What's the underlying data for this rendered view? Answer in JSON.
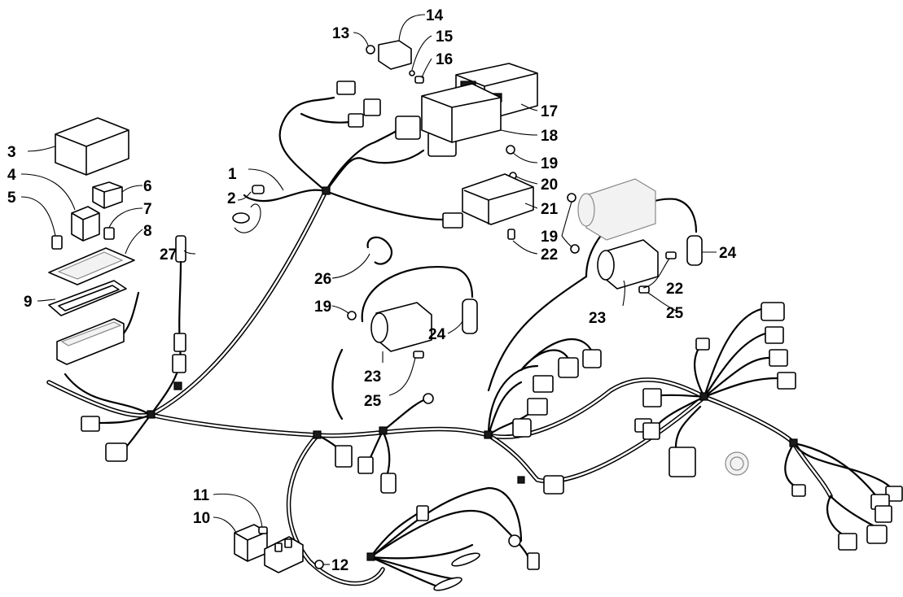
{
  "callouts": [
    "1",
    "2",
    "3",
    "4",
    "5",
    "6",
    "7",
    "8",
    "9",
    "10",
    "11",
    "12",
    "13",
    "14",
    "15",
    "16",
    "17",
    "18",
    "19",
    "19",
    "19",
    "20",
    "21",
    "22",
    "22",
    "23",
    "23",
    "24",
    "24",
    "25",
    "25",
    "26",
    "27"
  ],
  "colors": {
    "ink": "#000000",
    "paper": "#ffffff"
  }
}
